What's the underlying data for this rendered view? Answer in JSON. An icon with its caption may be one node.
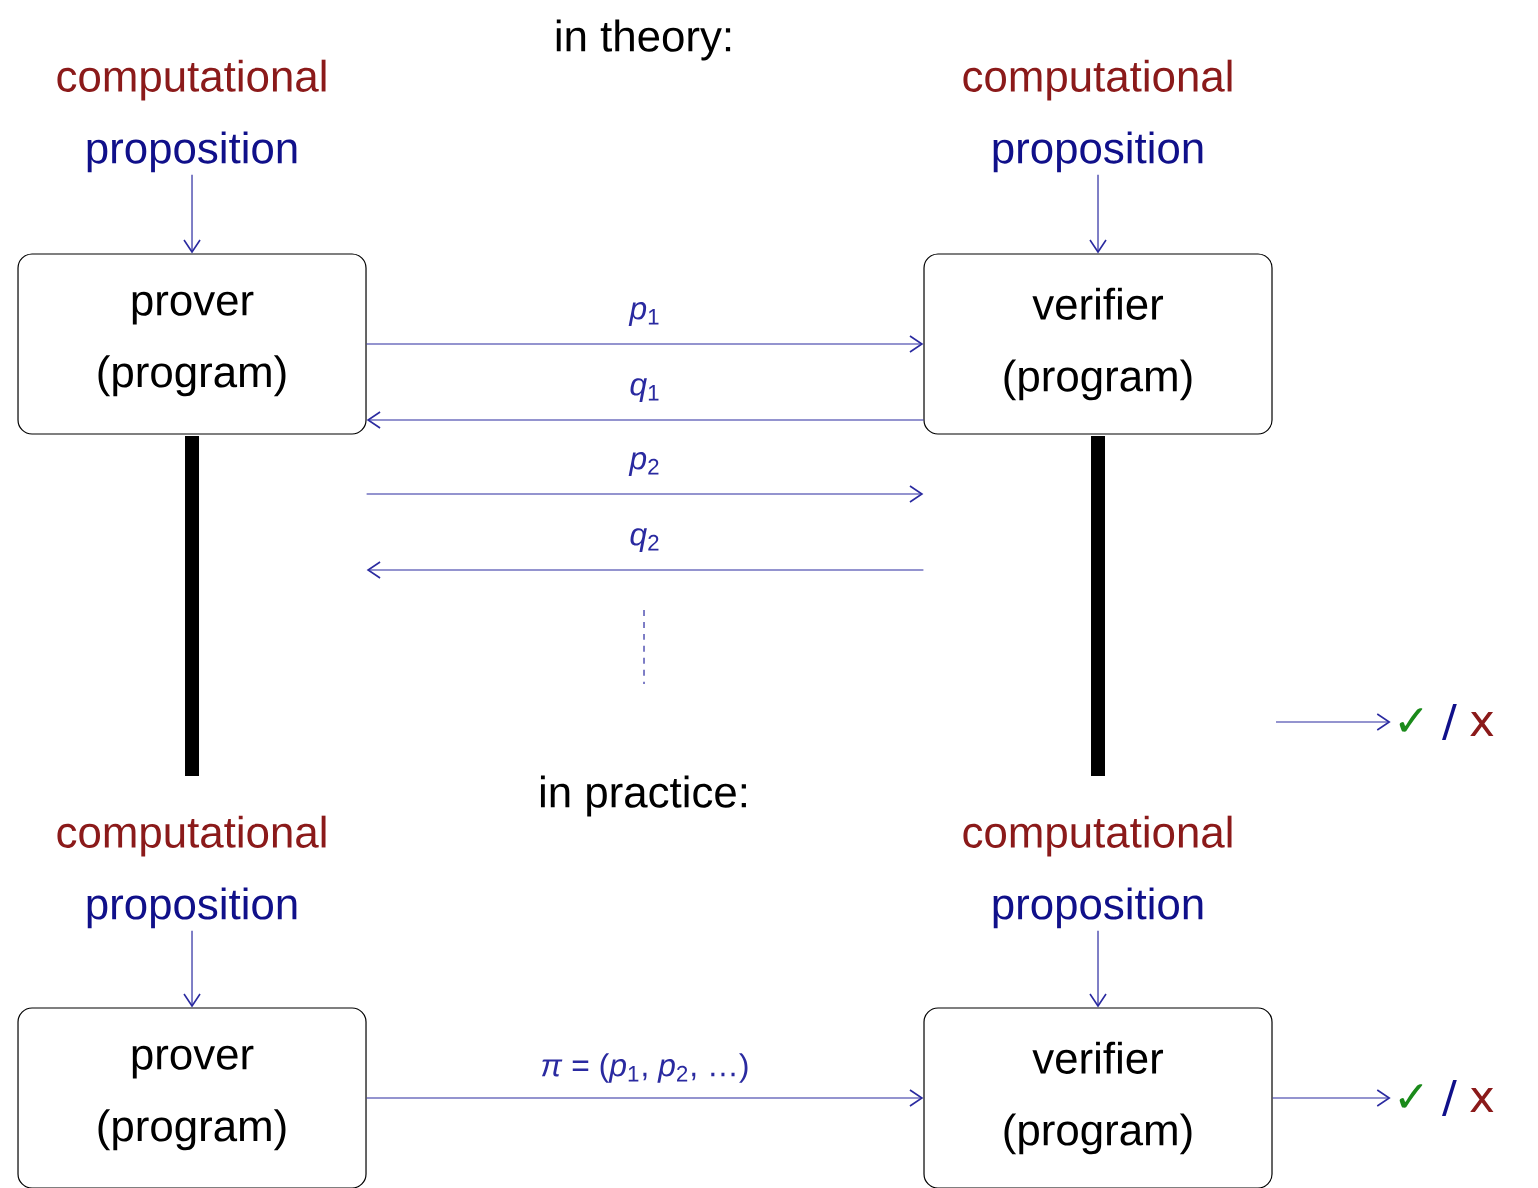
{
  "diagram": {
    "nodes": [
      {
        "text": [
          "computational",
          "proposition"
        ]
      },
      {
        "text": [
          "prover (program)"
        ]
      },
      {
        "text": [
          "computational",
          "proposition"
        ]
      },
      {
        "text": [
          "verifier (program)"
        ]
      },
      {
        "text": [
          "✓",
          "/",
          "x"
        ]
      },
      {
        "text": [
          "computational",
          "proposition"
        ]
      },
      {
        "text": [
          "prover (program)"
        ]
      },
      {
        "text": [
          "computational",
          "proposition"
        ]
      },
      {
        "text": [
          "verifier (program)"
        ]
      },
      {
        "text": [
          "✓",
          "/",
          "x"
        ]
      }
    ],
    "edges": [
      {
        "from": 0,
        "to": 1,
        "arrow": "to"
      },
      {
        "from": 2,
        "to": 3,
        "arrow": "to"
      },
      {
        "from": 1,
        "to": 3,
        "arrow": "to",
        "label": "*p*$_{1}$"
      },
      {
        "from": 3,
        "to": 1,
        "arrow": "to",
        "label": "*q*$_{1}$"
      },
      {
        "from": 1,
        "to": 3,
        "arrow": "to",
        "label": "*p*$_{2}$"
      },
      {
        "from": 3,
        "to": 1,
        "arrow": "to",
        "label": "*q*$_{2}$"
      },
      {
        "from": null,
        "to": 4,
        "arrow": "to"
      },
      {
        "from": 5,
        "to": 6,
        "arrow": "to"
      },
      {
        "from": 7,
        "to": 8,
        "arrow": "to"
      },
      {
        "from": 6,
        "to": 8,
        "arrow": "to",
        "label": "*π* = (*p*$_{1}$, *p*$_{2}$, …)"
      },
      {
        "from": 8,
        "to": 9,
        "arrow": "to"
      }
    ],
    "labels": [
      "in theory:",
      "in practice:"
    ]
  }
}
